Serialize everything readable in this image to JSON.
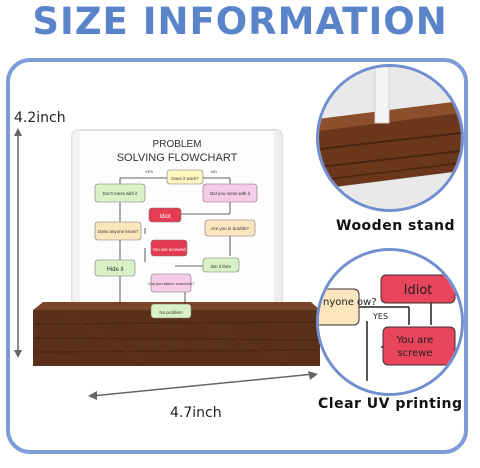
{
  "header": {
    "title": "SIZE INFORMATION"
  },
  "dimensions": {
    "height": "4.2inch",
    "width": "4.7inch"
  },
  "product": {
    "flowchart_title_line1": "PROBLEM",
    "flowchart_title_line2": "SOLVING FLOWCHART",
    "nodes": {
      "does_it_work": "Does it work?",
      "dont_mess": "Don't mess with it",
      "did_you_mess": "Did you mess with it",
      "idiot": "Idiot",
      "does_anyone_know": "Does anyone know?",
      "are_you_in_trouble": "Are you in trouble?",
      "you_are_screwed": "You are screwed",
      "hide_it": "Hide it",
      "bin_it": "Bin it then",
      "can_you_blame": "Can you blame someone?",
      "no_problem": "No problem"
    },
    "edge_labels": {
      "yes": "YES",
      "no": "NO"
    }
  },
  "zoom": {
    "stand_caption": "Wooden stand",
    "print_caption": "Clear UV printing",
    "print_nodes": {
      "idiot": "Idiot",
      "anyone": "nyone ow?",
      "screwed_line1": "You are",
      "screwed_line2": "screwe"
    },
    "yes_label": "YES"
  }
}
